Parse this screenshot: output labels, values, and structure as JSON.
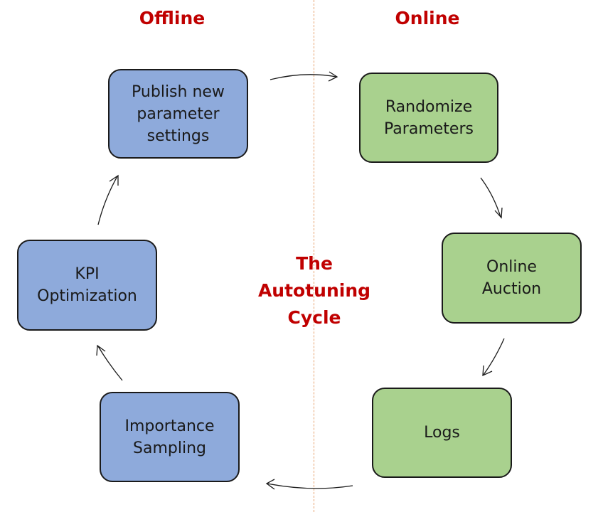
{
  "headers": {
    "offline": "Offline",
    "online": "Online"
  },
  "center_title": [
    "The",
    "Autotuning",
    "Cycle"
  ],
  "nodes": {
    "publish": {
      "lines": [
        "Publish new",
        "parameter",
        "settings"
      ],
      "color": "#8eaadb"
    },
    "randomize": {
      "lines": [
        "Randomize",
        "Parameters"
      ],
      "color": "#a9d18e"
    },
    "auction": {
      "lines": [
        "Online",
        "Auction"
      ],
      "color": "#a9d18e"
    },
    "logs": {
      "lines": [
        "Logs"
      ],
      "color": "#a9d18e"
    },
    "importance": {
      "lines": [
        "Importance",
        "Sampling"
      ],
      "color": "#8eaadb"
    },
    "kpi": {
      "lines": [
        "KPI",
        "Optimization"
      ],
      "color": "#8eaadb"
    }
  },
  "edges": [
    {
      "from": "publish",
      "to": "randomize"
    },
    {
      "from": "randomize",
      "to": "auction"
    },
    {
      "from": "auction",
      "to": "logs"
    },
    {
      "from": "logs",
      "to": "importance"
    },
    {
      "from": "importance",
      "to": "kpi"
    },
    {
      "from": "kpi",
      "to": "publish"
    }
  ],
  "colors": {
    "title_red": "#c00000",
    "divider": "#e8a36f",
    "offline_box": "#8eaadb",
    "online_box": "#a9d18e"
  }
}
